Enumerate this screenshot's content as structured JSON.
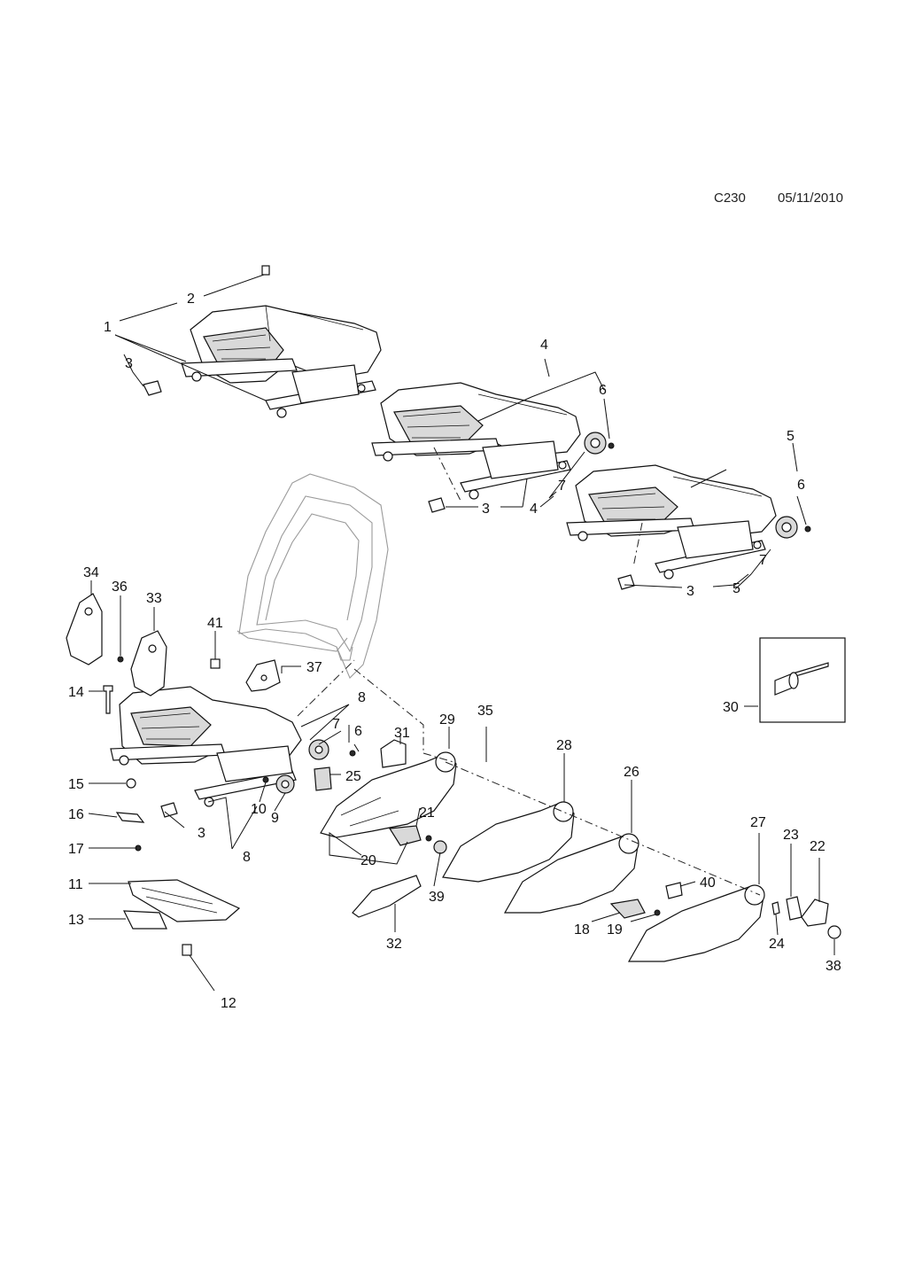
{
  "header": {
    "code": "C230",
    "date": "05/11/2010"
  },
  "callouts": [
    {
      "id": "c1",
      "text": "1"
    },
    {
      "id": "c2",
      "text": "2"
    },
    {
      "id": "c3a",
      "text": "3"
    },
    {
      "id": "c4a",
      "text": "4"
    },
    {
      "id": "c6a",
      "text": "6"
    },
    {
      "id": "c7a",
      "text": "7"
    },
    {
      "id": "c3b",
      "text": "3"
    },
    {
      "id": "c4b",
      "text": "4"
    },
    {
      "id": "c5a",
      "text": "5"
    },
    {
      "id": "c6b",
      "text": "6"
    },
    {
      "id": "c7b",
      "text": "7"
    },
    {
      "id": "c3c",
      "text": "3"
    },
    {
      "id": "c5b",
      "text": "5"
    },
    {
      "id": "c34",
      "text": "34"
    },
    {
      "id": "c36",
      "text": "36"
    },
    {
      "id": "c33",
      "text": "33"
    },
    {
      "id": "c41",
      "text": "41"
    },
    {
      "id": "c37",
      "text": "37"
    },
    {
      "id": "c30",
      "text": "30"
    },
    {
      "id": "c14",
      "text": "14"
    },
    {
      "id": "c8a",
      "text": "8"
    },
    {
      "id": "c7c",
      "text": "7"
    },
    {
      "id": "c6c",
      "text": "6"
    },
    {
      "id": "c31",
      "text": "31"
    },
    {
      "id": "c29",
      "text": "29"
    },
    {
      "id": "c35",
      "text": "35"
    },
    {
      "id": "c28",
      "text": "28"
    },
    {
      "id": "c26",
      "text": "26"
    },
    {
      "id": "c15",
      "text": "15"
    },
    {
      "id": "c25",
      "text": "25"
    },
    {
      "id": "c10",
      "text": "10"
    },
    {
      "id": "c9",
      "text": "9"
    },
    {
      "id": "c21",
      "text": "21"
    },
    {
      "id": "c16",
      "text": "16"
    },
    {
      "id": "c3d",
      "text": "3"
    },
    {
      "id": "c17",
      "text": "17"
    },
    {
      "id": "c8b",
      "text": "8"
    },
    {
      "id": "c20",
      "text": "20"
    },
    {
      "id": "c27",
      "text": "27"
    },
    {
      "id": "c23",
      "text": "23"
    },
    {
      "id": "c22",
      "text": "22"
    },
    {
      "id": "c40",
      "text": "40"
    },
    {
      "id": "c11",
      "text": "11"
    },
    {
      "id": "c39",
      "text": "39"
    },
    {
      "id": "c13",
      "text": "13"
    },
    {
      "id": "c18",
      "text": "18"
    },
    {
      "id": "c19",
      "text": "19"
    },
    {
      "id": "c24",
      "text": "24"
    },
    {
      "id": "c32",
      "text": "32"
    },
    {
      "id": "c38",
      "text": "38"
    },
    {
      "id": "c12",
      "text": "12"
    }
  ]
}
